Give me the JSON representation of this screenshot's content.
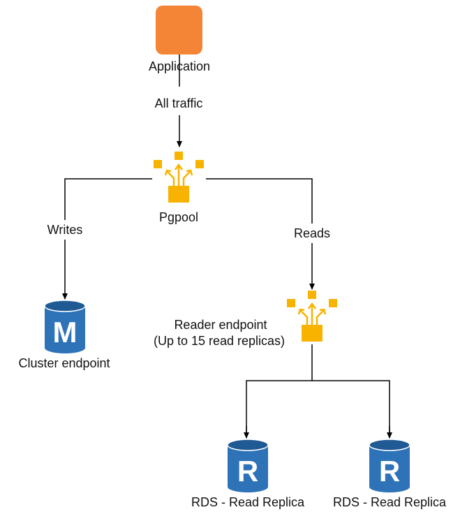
{
  "nodes": {
    "application": {
      "label": "Application",
      "icon": "application-box-icon"
    },
    "pgpool": {
      "label": "Pgpool",
      "icon": "load-balancer-icon"
    },
    "cluster_endpoint": {
      "label": "Cluster endpoint",
      "icon": "database-master-icon",
      "letter": "M"
    },
    "reader_endpoint": {
      "label_line1": "Reader endpoint",
      "label_line2": "(Up to 15 read replicas)",
      "icon": "load-balancer-icon"
    },
    "replica_1": {
      "label": "RDS - Read Replica",
      "icon": "database-replica-icon",
      "letter": "R"
    },
    "replica_2": {
      "label": "RDS - Read Replica",
      "icon": "database-replica-icon",
      "letter": "R"
    }
  },
  "edges": {
    "all_traffic": "All traffic",
    "writes": "Writes",
    "reads": "Reads"
  },
  "colors": {
    "application": "#F58536",
    "load_balancer": "#F7B300",
    "database": "#2E73B8",
    "database_dark": "#1F5A94"
  }
}
